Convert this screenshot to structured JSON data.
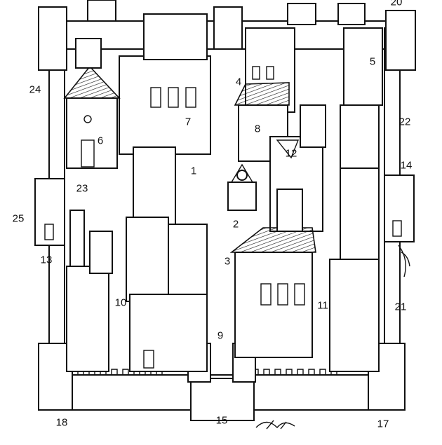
{
  "image": {
    "ink_color": "#111111",
    "paper_color": "#ffffff"
  },
  "labels": {
    "n1": "1",
    "n2": "2",
    "n3": "3",
    "n4": "4",
    "n5": "5",
    "n6": "6",
    "n7": "7",
    "n8": "8",
    "n9": "9",
    "n10": "10",
    "n11": "11",
    "n12": "12",
    "n13": "13",
    "n14": "14",
    "n15": "15",
    "n17": "17",
    "n18": "18",
    "n20": "20",
    "n21": "21",
    "n22": "22",
    "n23": "23",
    "n24": "24",
    "n25": "25"
  }
}
